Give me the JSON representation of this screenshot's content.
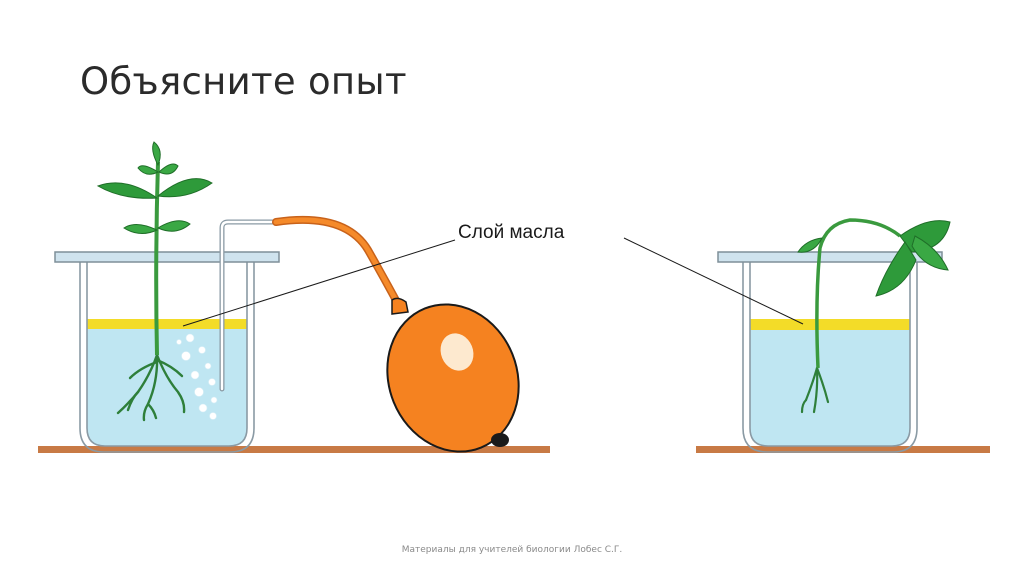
{
  "slide": {
    "title": "Объясните опыт",
    "footer": "Материалы для учителей биологии Лобес С.Г."
  },
  "figure": {
    "callout_label": "Слой масла",
    "elements": {
      "left_setup": [
        "beaker",
        "glass-lid",
        "oil-layer",
        "water",
        "seedling",
        "air-tube",
        "air-bubbles",
        "table-shelf"
      ],
      "pump": [
        "rubber-bulb"
      ],
      "right_setup": [
        "beaker",
        "glass-lid",
        "oil-layer",
        "water",
        "wilting-seedling",
        "table-shelf"
      ]
    },
    "colors": {
      "water": "#bfe6f2",
      "oil": "#f3dc28",
      "bulb": "#f58220",
      "shelf": "#c87a45",
      "leaf": "#2e9a3a",
      "glass": "#8a9aa4"
    }
  }
}
